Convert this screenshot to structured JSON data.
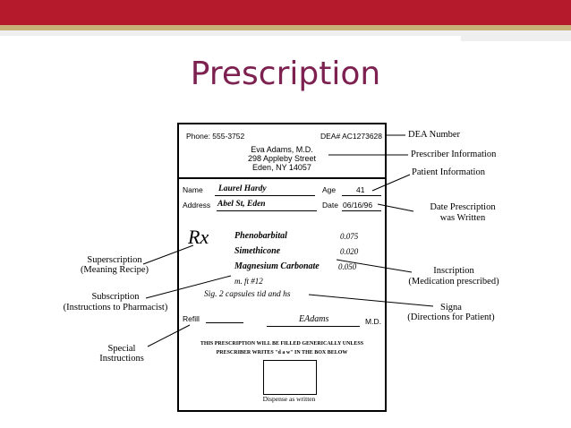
{
  "slide": {
    "title": "Prescription",
    "colors": {
      "header_bar": "#b51a2c",
      "header_stripe": "#c9b27a",
      "title_text": "#7d2150"
    }
  },
  "form": {
    "phone": "Phone: 555-3752",
    "dea": "DEA# AC1273628",
    "prescriber_name": "Eva Adams, M.D.",
    "prescriber_street": "298 Appleby Street",
    "prescriber_city": "Eden, NY 14057",
    "name_label": "Name",
    "name_value": "Laurel Hardy",
    "age_label": "Age",
    "age_value": "41",
    "address_label": "Address",
    "address_value": "Abel St, Eden",
    "date_label": "Date",
    "date_value": "06/16/96",
    "superscription_symbol": "Rx",
    "drug1": "Phenobarbital",
    "dose1": "0.075",
    "drug2": "Simethicone",
    "dose2": "0.020",
    "drug3": "Magnesium Carbonate",
    "dose3": "0.050",
    "subscription_line": "m. ft #12",
    "signa_line": "Sig. 2 capsules tid and hs",
    "refill_label": "Refill",
    "signature": "EAdams",
    "md": "M.D.",
    "notice_line1": "THIS PRESCRIPTION WILL BE FILLED GENERICALLY UNLESS",
    "notice_line2": "PRESCRIBER WRITES \"d a w\" IN THE BOX BELOW",
    "dispense_label": "Dispense as written"
  },
  "callouts": {
    "dea_number": "DEA Number",
    "prescriber_info": "Prescriber Information",
    "patient_info": "Patient Information",
    "date_written_1": "Date Prescription",
    "date_written_2": "was Written",
    "superscription_1": "Superscription",
    "superscription_2": "(Meaning Recipe)",
    "inscription_1": "Inscription",
    "inscription_2": "(Medication prescribed)",
    "subscription_1": "Subscription",
    "subscription_2": "(Instructions to Pharmacist)",
    "signa_1": "Signa",
    "signa_2": "(Directions for Patient)",
    "special_1": "Special",
    "special_2": "Instructions"
  }
}
